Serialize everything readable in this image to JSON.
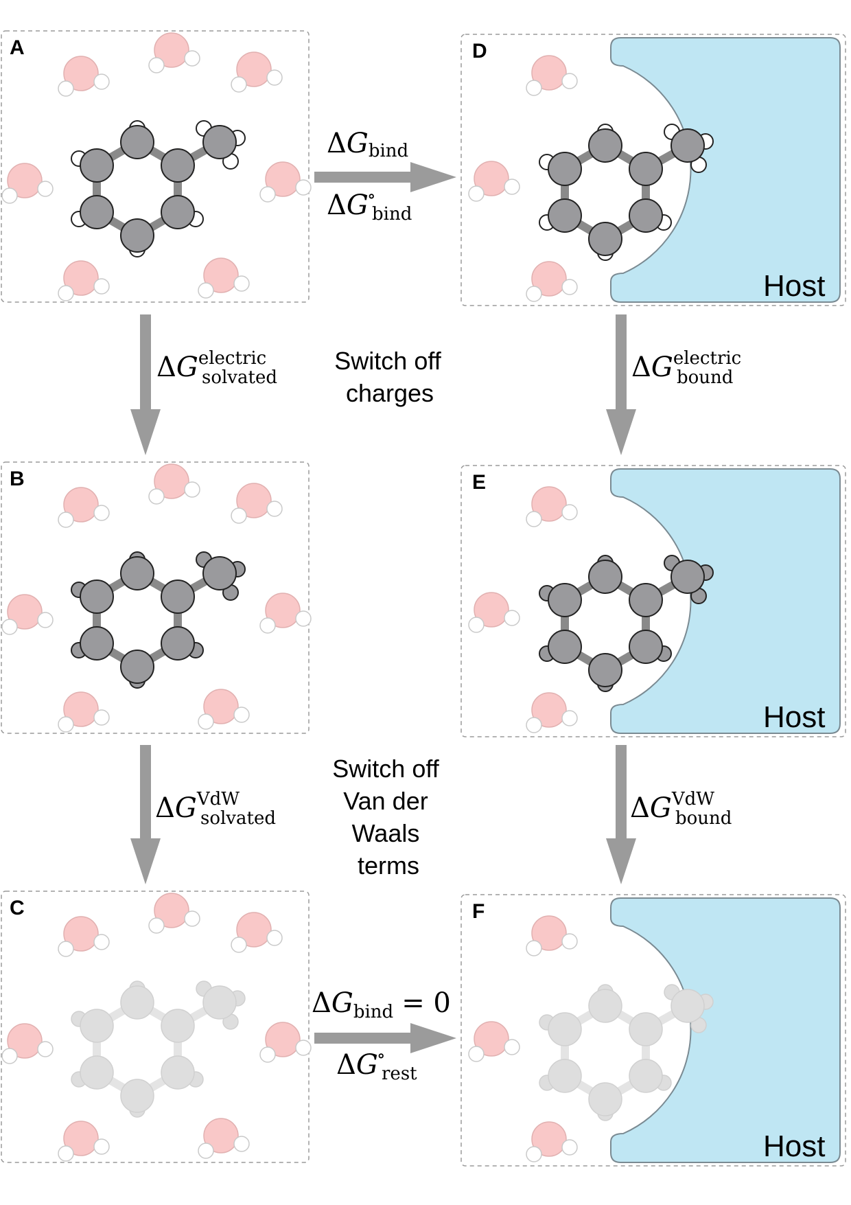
{
  "panels": [
    {
      "label": "A",
      "host": "",
      "state": "charged"
    },
    {
      "label": "B",
      "host": "",
      "state": "uncharged"
    },
    {
      "label": "C",
      "host": "",
      "state": "ghost"
    },
    {
      "label": "D",
      "host": "Host",
      "state": "charged"
    },
    {
      "label": "E",
      "host": "Host",
      "state": "uncharged"
    },
    {
      "label": "F",
      "host": "Host",
      "state": "ghost"
    }
  ],
  "arrows": {
    "top": {
      "upper": {
        "delta": "Δ",
        "symbol": "G",
        "sub": "bind",
        "sup": ""
      },
      "lower": {
        "delta": "Δ",
        "symbol": "G",
        "sub": "bind",
        "sup": "∘"
      }
    },
    "bottom": {
      "upper": {
        "delta": "Δ",
        "symbol": "G",
        "sub": "bind",
        "sup": "",
        "rhs": "= 0"
      },
      "lower": {
        "delta": "Δ",
        "symbol": "G",
        "sub": "rest",
        "sup": "∘"
      }
    },
    "left_1": {
      "delta": "Δ",
      "symbol": "G",
      "sub": "solvated",
      "sup": "electric"
    },
    "left_2": {
      "delta": "Δ",
      "symbol": "G",
      "sub": "solvated",
      "sup": "VdW"
    },
    "right_1": {
      "delta": "Δ",
      "symbol": "G",
      "sub": "bound",
      "sup": "electric"
    },
    "right_2": {
      "delta": "Δ",
      "symbol": "G",
      "sub": "bound",
      "sup": "VdW"
    }
  },
  "steps": {
    "step1": [
      "Switch off",
      "charges"
    ],
    "step2": [
      "Switch off",
      "Van der",
      "Waals",
      "terms"
    ]
  },
  "colors": {
    "water": "#f9c8c8",
    "water_stroke": "#d8a4a4",
    "host": "#bfe6f3",
    "host_stroke": "#7a8a92",
    "atom_dark": "#9a9a9d",
    "atom_ghost": "#dedede",
    "arrow": "#9b9b9b",
    "frame": "#9a9a9a"
  }
}
